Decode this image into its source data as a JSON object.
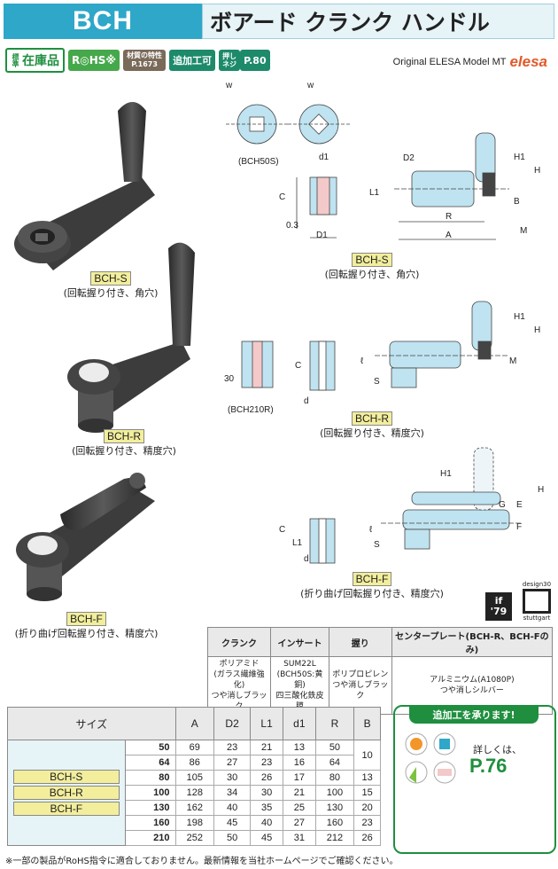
{
  "header": {
    "code": "BCH",
    "title": "ボアード クランク ハンドル"
  },
  "badges": {
    "stock_small": "標準",
    "stock": "在庫品",
    "rohs": "R◎HS※",
    "material_l1": "材質の特性",
    "material_l2": "P.1673",
    "add": "追加工可",
    "push_l1": "押し",
    "push_l2": "ネジ",
    "page": "P.80"
  },
  "original": {
    "text": "Original ELESA Model MT",
    "brand": "elesa"
  },
  "photos": {
    "s_tag": "BCH-S",
    "s_desc": "(回転握り付き、角穴)",
    "r_tag": "BCH-R",
    "r_desc": "(回転握り付き、精度穴)",
    "f_tag": "BCH-F",
    "f_desc": "(折り曲げ回転握り付き、精度穴)"
  },
  "drawings": {
    "bch50s": "(BCH50S)",
    "bch210r": "(BCH210R)",
    "s_tag": "BCH-S",
    "s_desc": "(回転握り付き、角穴)",
    "r_tag": "BCH-R",
    "r_desc": "(回転握り付き、精度穴)",
    "f_tag": "BCH-F",
    "f_desc": "(折り曲げ回転握り付き、精度穴)",
    "dims": {
      "w": "w",
      "d1": "d1",
      "D1": "D1",
      "D2": "D2",
      "C": "C",
      "L1": "L1",
      "H1": "H1",
      "H": "H",
      "B": "B",
      "R": "R",
      "A": "A",
      "M": "M",
      "l": "ℓ",
      "S": "S",
      "d": "d",
      "G": "G",
      "E": "E",
      "F": "F",
      "v03": "0.3",
      "v30": "30"
    }
  },
  "logos": {
    "if": "if",
    "if_year": "'79",
    "design_top": "design30",
    "design_bottom": "stuttgart"
  },
  "materials": {
    "headers": [
      "クランク",
      "インサート",
      "握り",
      "センタープレート(BCH-R、BCH-Fのみ)"
    ],
    "row": [
      [
        "ポリアミド",
        "(ガラス繊維強化)",
        "つや消しブラック"
      ],
      [
        "SUM22L",
        "(BCH50S:黄銅)",
        "四三酸化鉄皮膜"
      ],
      [
        "ポリプロピレン",
        "つや消しブラック"
      ],
      [
        "アルミニウム(A1080P)",
        "つや消しシルバー"
      ]
    ]
  },
  "sizes": {
    "headers": [
      "サイズ",
      "A",
      "D2",
      "L1",
      "d1",
      "R",
      "B"
    ],
    "groups": [
      "BCH-S",
      "BCH-R",
      "BCH-F"
    ],
    "rows": [
      [
        "50",
        "69",
        "23",
        "21",
        "13",
        "50",
        "10"
      ],
      [
        "64",
        "86",
        "27",
        "23",
        "16",
        "64",
        ""
      ],
      [
        "80",
        "105",
        "30",
        "26",
        "17",
        "80",
        "13"
      ],
      [
        "100",
        "128",
        "34",
        "30",
        "21",
        "100",
        "15"
      ],
      [
        "130",
        "162",
        "40",
        "35",
        "25",
        "130",
        "20"
      ],
      [
        "160",
        "198",
        "45",
        "40",
        "27",
        "160",
        "23"
      ],
      [
        "210",
        "252",
        "50",
        "45",
        "31",
        "212",
        "26"
      ]
    ]
  },
  "addwork": {
    "title": "追加工を承ります!",
    "detail": "詳しくは、",
    "page": "P.76"
  },
  "colors": {
    "accent": "#2ea7c9",
    "green": "#1f8f3f",
    "tag": "#f2ee9c",
    "part": "#bfe3f0"
  },
  "footer": "※一部の製品がRoHS指令に適合しておりません。最新情報を当社ホームページでご確認ください。"
}
